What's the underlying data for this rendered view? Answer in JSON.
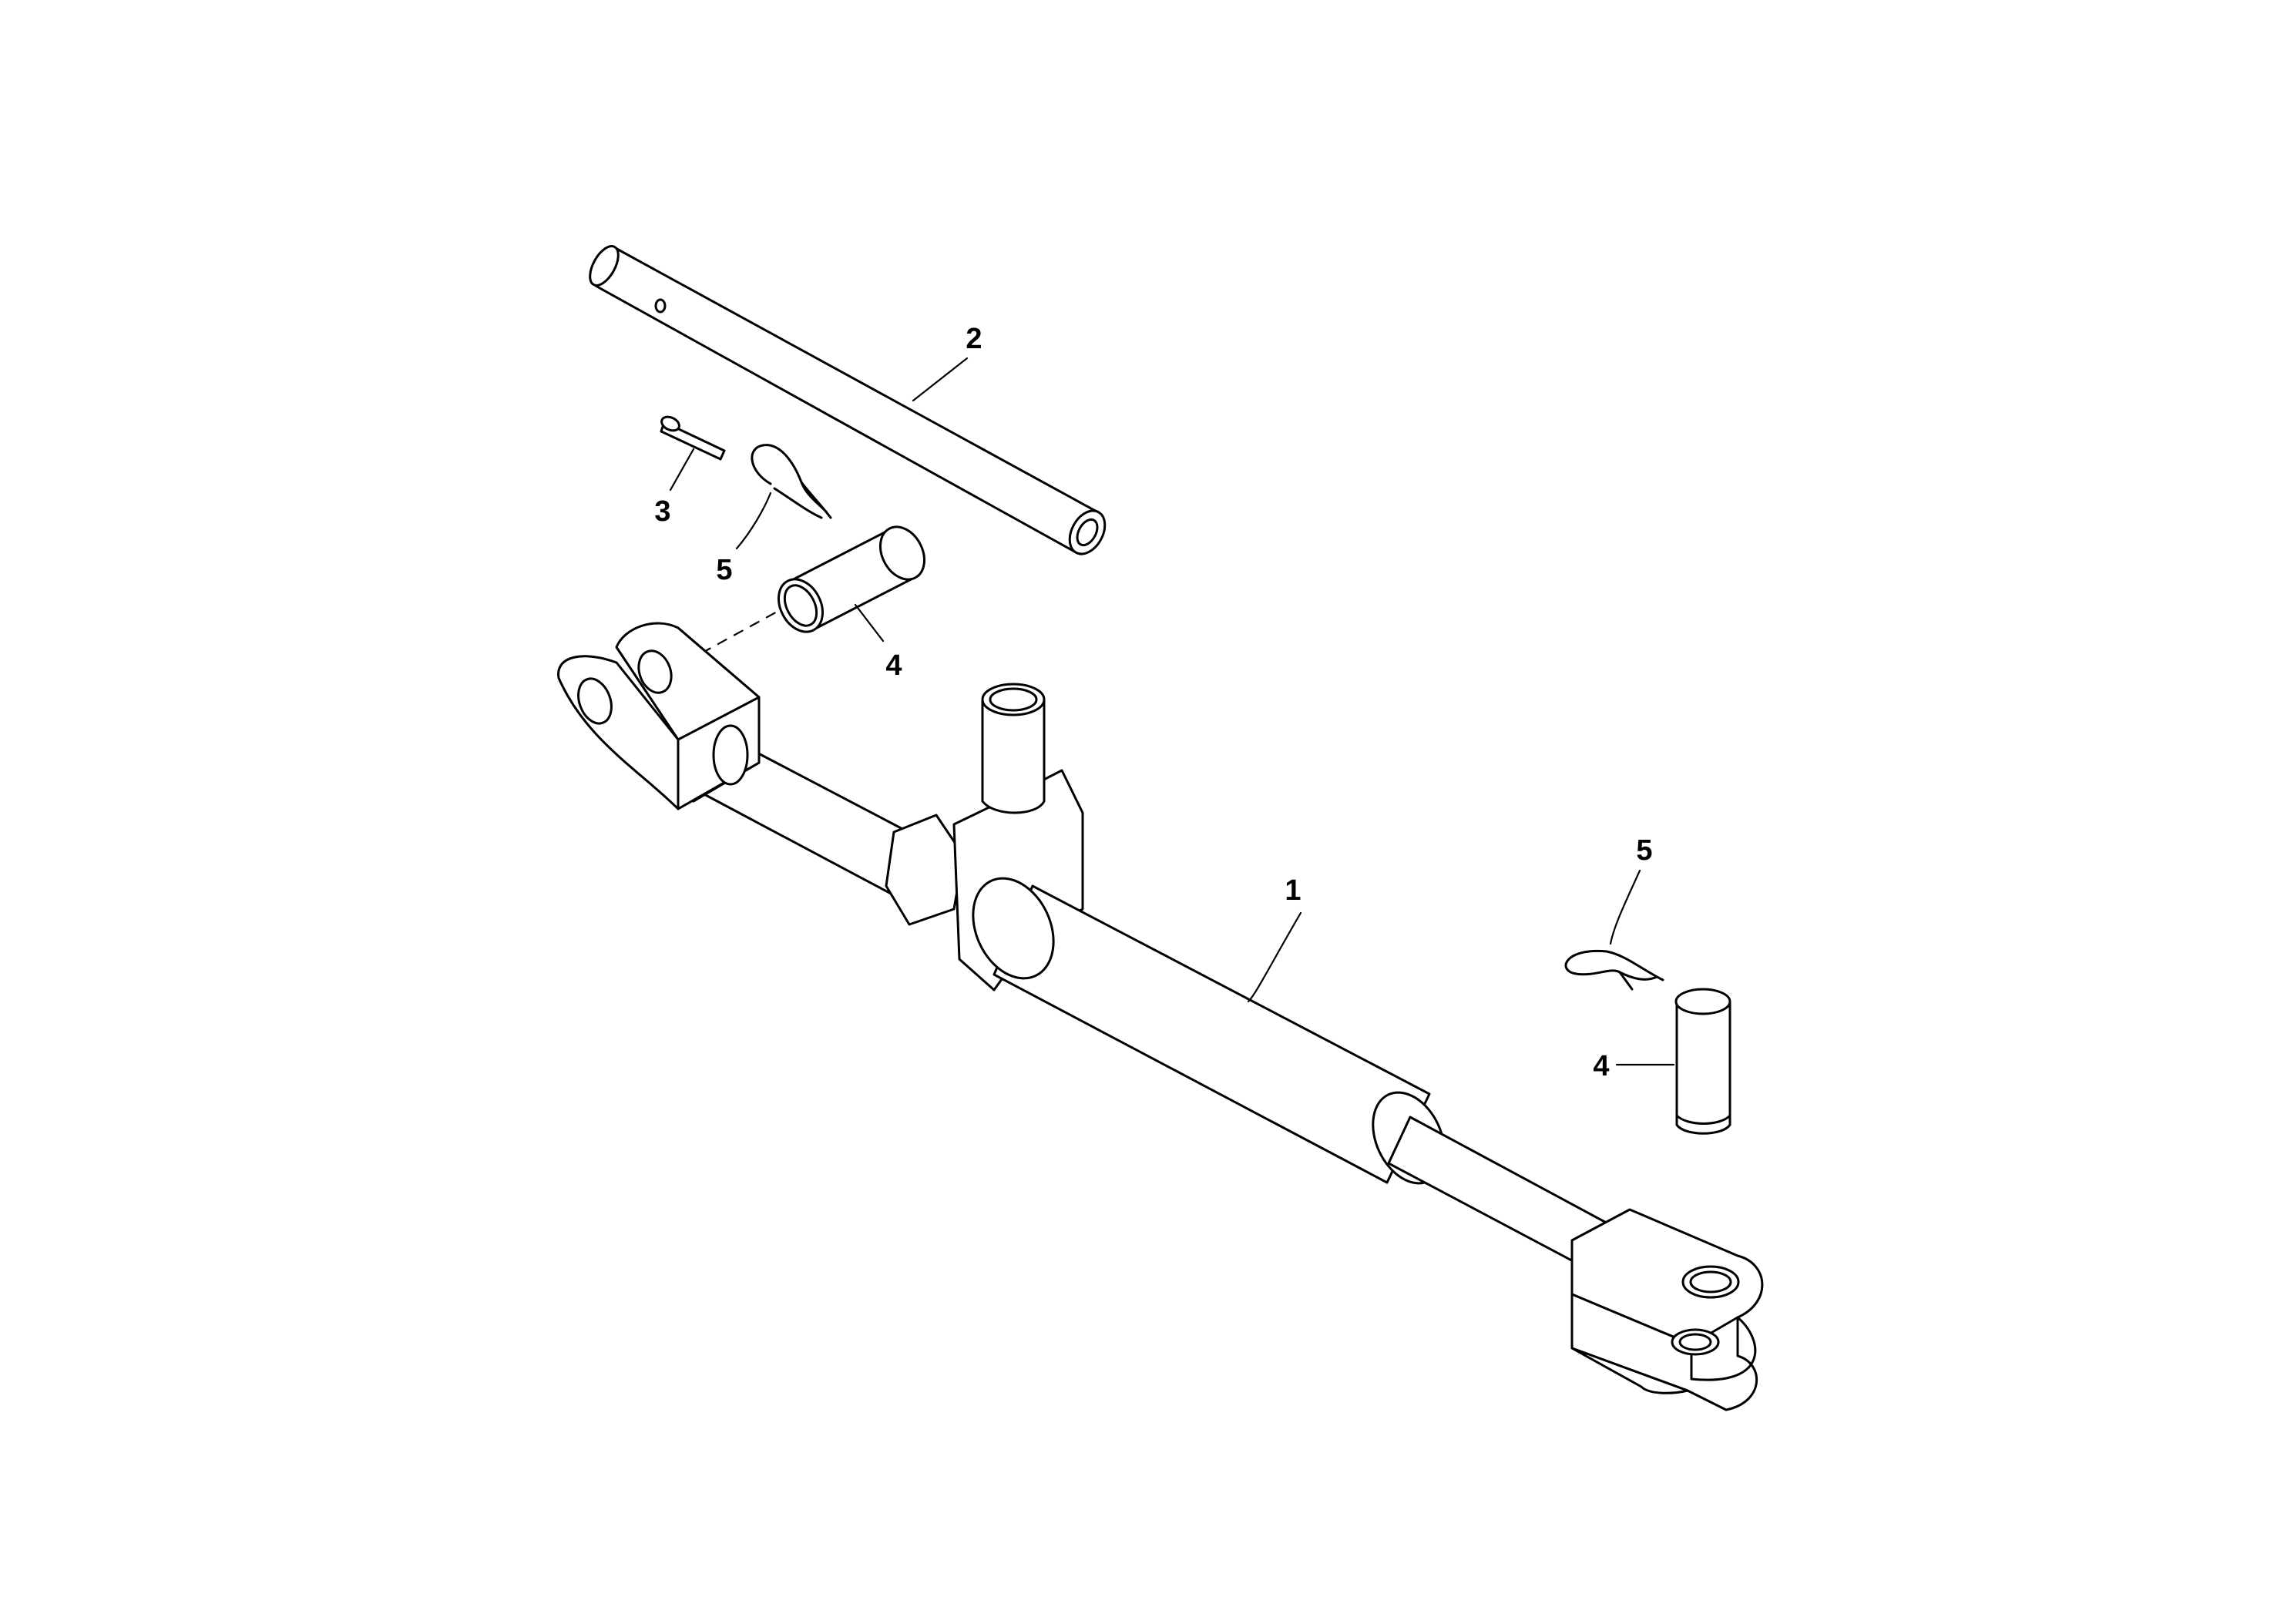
{
  "diagram": {
    "callouts": [
      {
        "id": "c1",
        "text": "1"
      },
      {
        "id": "c2",
        "text": "2"
      },
      {
        "id": "c3",
        "text": "3"
      },
      {
        "id": "c4a",
        "text": "4"
      },
      {
        "id": "c4b",
        "text": "4"
      },
      {
        "id": "c5a",
        "text": "5"
      },
      {
        "id": "c5b",
        "text": "5"
      }
    ]
  }
}
